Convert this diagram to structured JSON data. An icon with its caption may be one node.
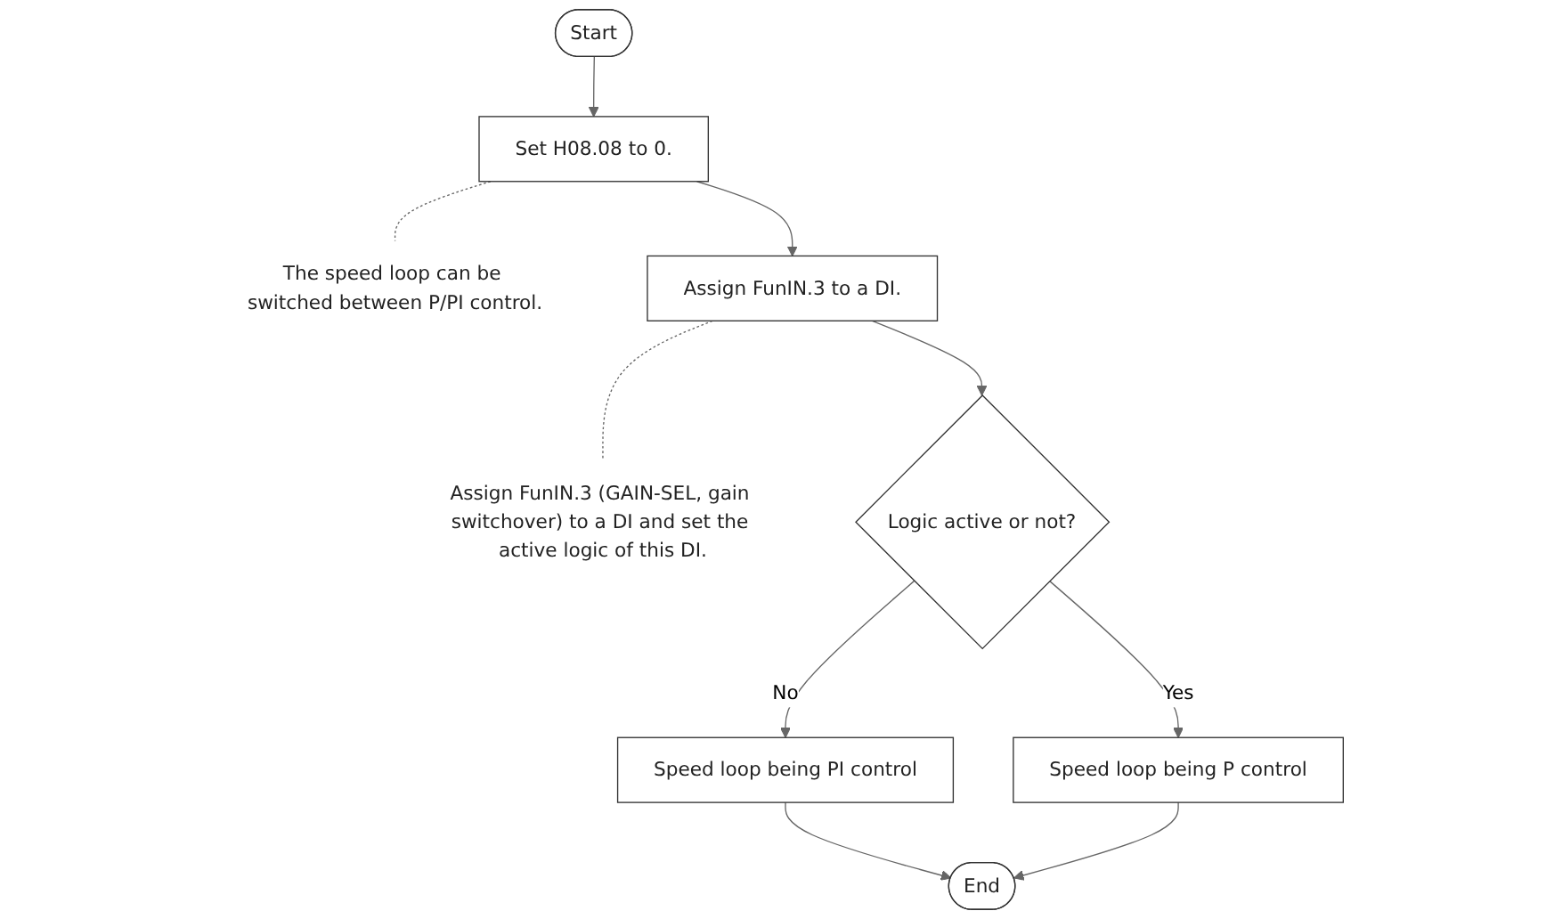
{
  "diagram": {
    "nodes": [
      {
        "text": [
          "Start"
        ]
      },
      {
        "text": [
          "Set H08.08 to 0."
        ]
      },
      {
        "text": [
          "The speed loop can be switched between P/PI control."
        ]
      },
      {
        "text": [
          "Assign FunIN.3 to a DI."
        ]
      },
      {
        "text": [
          "Assign FunIN.3 (GAIN-SEL, gain switchover) to a DI and set the active logic of this DI."
        ]
      },
      {
        "text": [
          "Logic active or not?"
        ]
      },
      {
        "text": [
          "Speed loop being PI control"
        ]
      },
      {
        "text": [
          "Speed loop being P control"
        ]
      },
      {
        "text": [
          "End"
        ]
      }
    ],
    "edges": [
      {
        "from": 0,
        "to": 1,
        "arrow": "to"
      },
      {
        "from": 1,
        "to": 2,
        "arrow": "none",
        "style": "dashed"
      },
      {
        "from": 1,
        "to": 3,
        "arrow": "to"
      },
      {
        "from": 3,
        "to": 4,
        "arrow": "none",
        "style": "dashed"
      },
      {
        "from": 3,
        "to": 5,
        "arrow": "to"
      },
      {
        "from": 5,
        "to": 6,
        "arrow": "to",
        "label": "No"
      },
      {
        "from": 5,
        "to": 7,
        "arrow": "to",
        "label": "Yes"
      },
      {
        "from": 6,
        "to": 8,
        "arrow": "to"
      },
      {
        "from": 7,
        "to": 8,
        "arrow": "to"
      }
    ]
  }
}
